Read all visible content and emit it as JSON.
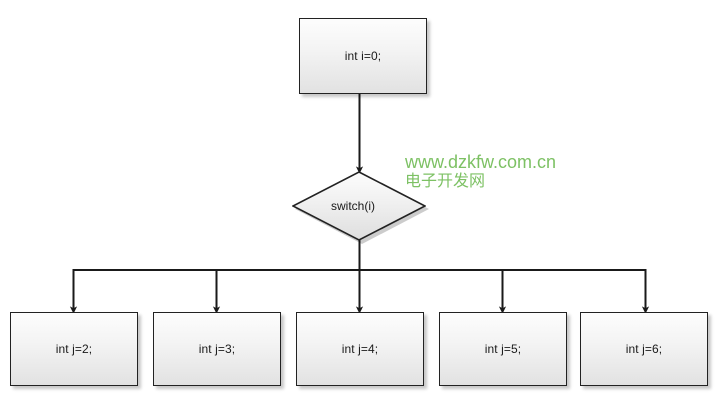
{
  "diagram": {
    "title": "switch-statement-flowchart",
    "background_color": "#ffffff",
    "node_fill_top": "#fdfdfd",
    "node_fill_bottom": "#e2e2e2",
    "node_border_color": "#222222",
    "connector_color": "#1a1a1a",
    "start_node": {
      "label": "int i=0;",
      "shape": "rectangle"
    },
    "decision_node": {
      "label": "switch(i)",
      "shape": "diamond"
    },
    "branches": [
      {
        "label": "int j=2;",
        "shape": "rectangle"
      },
      {
        "label": "int j=3;",
        "shape": "rectangle"
      },
      {
        "label": "int j=4;",
        "shape": "rectangle"
      },
      {
        "label": "int j=5;",
        "shape": "rectangle"
      },
      {
        "label": "int j=6;",
        "shape": "rectangle"
      }
    ]
  },
  "watermark": {
    "url": "www.dzkfw.com.cn",
    "site_name": "电子开发网",
    "color": "#7dc164"
  }
}
